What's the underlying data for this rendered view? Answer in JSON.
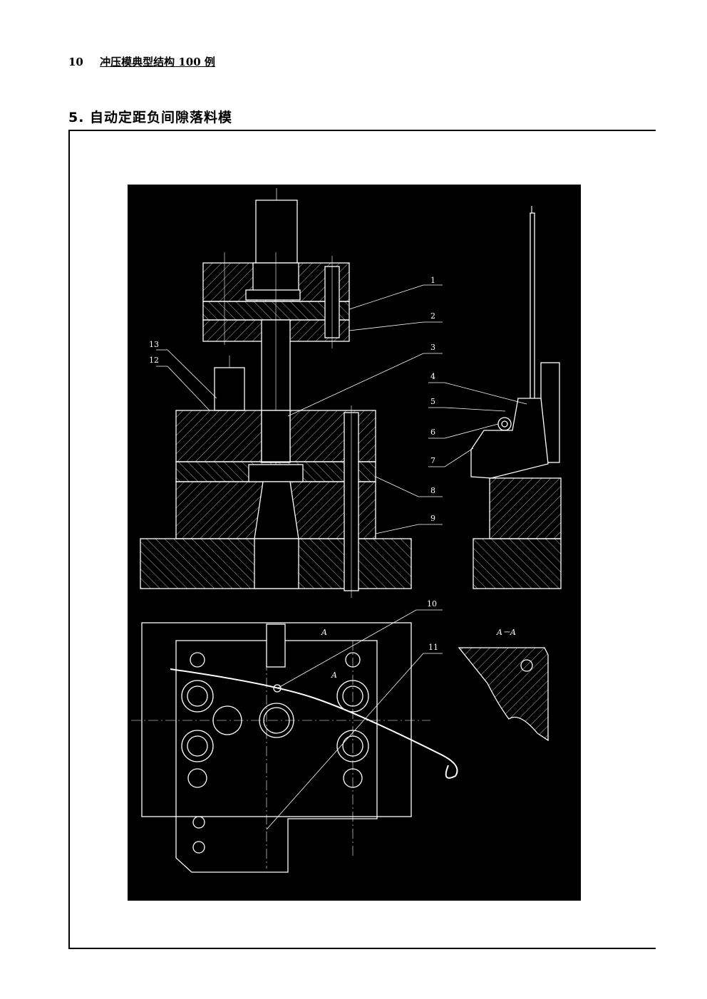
{
  "header": {
    "page_number": "10",
    "book_title": "冲压模典型结构 100 例"
  },
  "section": {
    "title": "5. 自动定距负间隙落料模"
  },
  "drawing": {
    "part_labels": [
      "1",
      "2",
      "3",
      "4",
      "5",
      "6",
      "7",
      "8",
      "9",
      "10",
      "11",
      "12",
      "13"
    ],
    "section_mark": "A",
    "section_view_label": "A－A"
  }
}
